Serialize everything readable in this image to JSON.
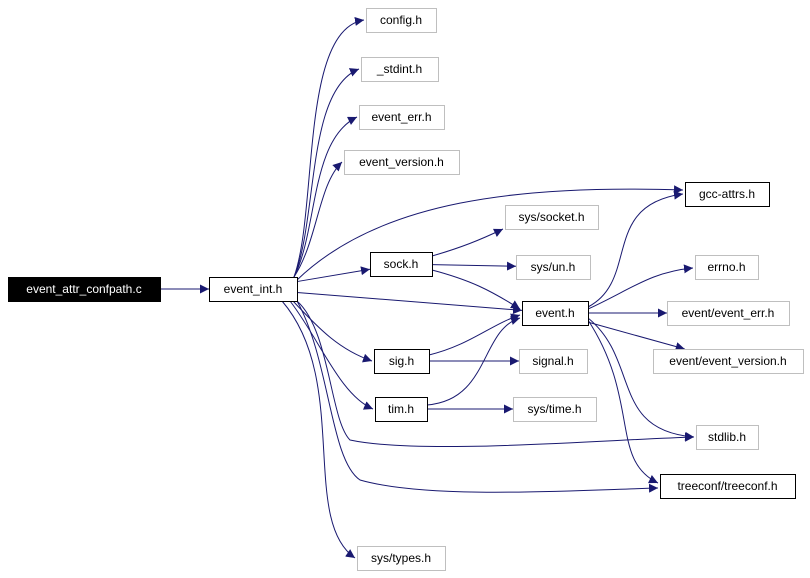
{
  "colors": {
    "edge": "#191970",
    "root_fill": "#000000",
    "root_text": "#ffffff",
    "documented_border": "#000000",
    "external_border": "#bfbfbf",
    "text": "#000000"
  },
  "nodes": {
    "root": {
      "label": "event_attr_confpath.c",
      "kind": "root"
    },
    "event_int": {
      "label": "event_int.h",
      "kind": "documented"
    },
    "config": {
      "label": "config.h",
      "kind": "external"
    },
    "stdint": {
      "label": "_stdint.h",
      "kind": "external"
    },
    "event_err": {
      "label": "event_err.h",
      "kind": "external"
    },
    "event_version": {
      "label": "event_version.h",
      "kind": "external"
    },
    "gcc_attrs": {
      "label": "gcc-attrs.h",
      "kind": "documented"
    },
    "sys_socket": {
      "label": "sys/socket.h",
      "kind": "external"
    },
    "sock": {
      "label": "sock.h",
      "kind": "documented"
    },
    "sys_un": {
      "label": "sys/un.h",
      "kind": "external"
    },
    "errno": {
      "label": "errno.h",
      "kind": "external"
    },
    "event": {
      "label": "event.h",
      "kind": "documented"
    },
    "event_event_err": {
      "label": "event/event_err.h",
      "kind": "external"
    },
    "sig": {
      "label": "sig.h",
      "kind": "documented"
    },
    "signal": {
      "label": "signal.h",
      "kind": "external"
    },
    "event_event_version": {
      "label": "event/event_version.h",
      "kind": "external"
    },
    "tim": {
      "label": "tim.h",
      "kind": "documented"
    },
    "sys_time": {
      "label": "sys/time.h",
      "kind": "external"
    },
    "stdlib": {
      "label": "stdlib.h",
      "kind": "external"
    },
    "treeconf": {
      "label": "treeconf/treeconf.h",
      "kind": "documented"
    },
    "sys_types": {
      "label": "sys/types.h",
      "kind": "external"
    }
  },
  "edges": [
    [
      "root",
      "event_int"
    ],
    [
      "event_int",
      "config"
    ],
    [
      "event_int",
      "stdint"
    ],
    [
      "event_int",
      "event_err"
    ],
    [
      "event_int",
      "event_version"
    ],
    [
      "event_int",
      "gcc_attrs"
    ],
    [
      "event_int",
      "sock"
    ],
    [
      "event_int",
      "event"
    ],
    [
      "event_int",
      "sig"
    ],
    [
      "event_int",
      "tim"
    ],
    [
      "event_int",
      "stdlib"
    ],
    [
      "event_int",
      "treeconf"
    ],
    [
      "event_int",
      "sys_types"
    ],
    [
      "sock",
      "sys_socket"
    ],
    [
      "sock",
      "sys_un"
    ],
    [
      "sock",
      "event"
    ],
    [
      "sig",
      "event"
    ],
    [
      "sig",
      "signal"
    ],
    [
      "tim",
      "event"
    ],
    [
      "tim",
      "sys_time"
    ],
    [
      "event",
      "gcc_attrs"
    ],
    [
      "event",
      "errno"
    ],
    [
      "event",
      "event_event_err"
    ],
    [
      "event",
      "event_event_version"
    ],
    [
      "event",
      "stdlib"
    ],
    [
      "event",
      "treeconf"
    ]
  ]
}
